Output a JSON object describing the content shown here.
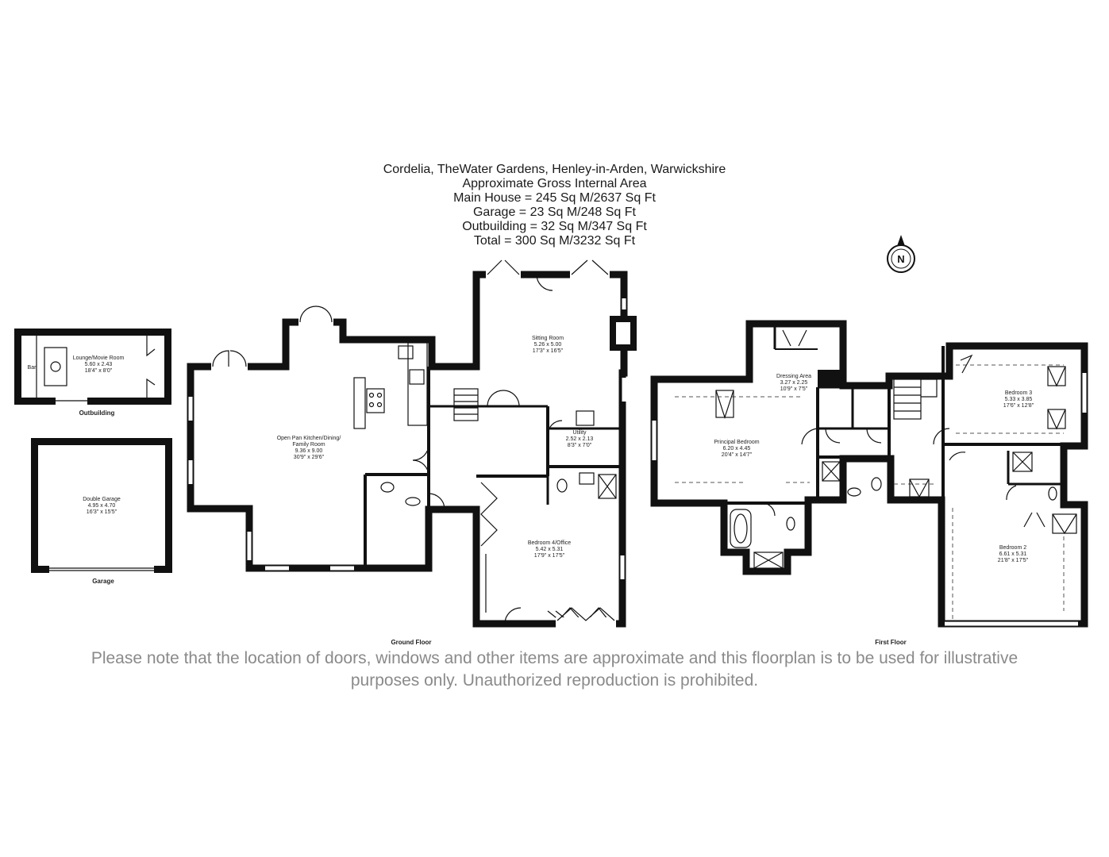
{
  "header": {
    "line1": "Cordelia, TheWater Gardens, Henley-in-Arden, Warwickshire",
    "line2": "Approximate Gross Internal Area",
    "line3": "Main House = 245 Sq M/2637 Sq Ft",
    "line4": "Garage = 23 Sq M/248 Sq Ft",
    "line5": "Outbuilding = 32 Sq M/347 Sq Ft",
    "line6": "Total = 300 Sq M/3232 Sq Ft"
  },
  "compass": {
    "letter": "N"
  },
  "outbuilding": {
    "label": "Outbuilding",
    "bar": "Bar",
    "room": {
      "name": "Lounge/Movie Room",
      "metric": "5.60 x 2.43",
      "imperial": "18'4\" x 8'0\""
    }
  },
  "garage": {
    "label": "Garage",
    "room": {
      "name": "Double Garage",
      "metric": "4.95 x 4.70",
      "imperial": "16'3\" x 15'5\""
    }
  },
  "ground_floor": {
    "label": "Ground Floor",
    "rooms": [
      {
        "name": "Open Pan Kitchen/Dining/",
        "name2": "Family Room",
        "metric": "9.36 x 9.00",
        "imperial": "30'9\" x 29'6\""
      },
      {
        "name": "Sitting Room",
        "metric": "5.26 x 5.00",
        "imperial": "17'3\" x 16'5\""
      },
      {
        "name": "Utility",
        "metric": "2.52 x 2.13",
        "imperial": "8'3\" x 7'0\""
      },
      {
        "name": "Bedroom 4/Office",
        "metric": "5.42 x 5.31",
        "imperial": "17'9\" x 17'5\""
      }
    ]
  },
  "first_floor": {
    "label": "First Floor",
    "rooms": [
      {
        "name": "Dressing Area",
        "metric": "3.27 x 2.25",
        "imperial": "10'9\" x 7'5\""
      },
      {
        "name": "Principal Bedroom",
        "metric": "6.20 x 4.45",
        "imperial": "20'4\" x 14'7\""
      },
      {
        "name": "Bedroom 3",
        "metric": "5.33 x 3.85",
        "imperial": "17'6\" x 12'8\""
      },
      {
        "name": "Bedroom 2",
        "metric": "6.61 x 5.31",
        "imperial": "21'8\" x 17'5\""
      }
    ]
  },
  "disclaimer": {
    "line1": "Please note that the location of doors, windows and other items are approximate and this floorplan is to be used for illustrative",
    "line2": "purposes only. Unauthorized reproduction is prohibited."
  }
}
